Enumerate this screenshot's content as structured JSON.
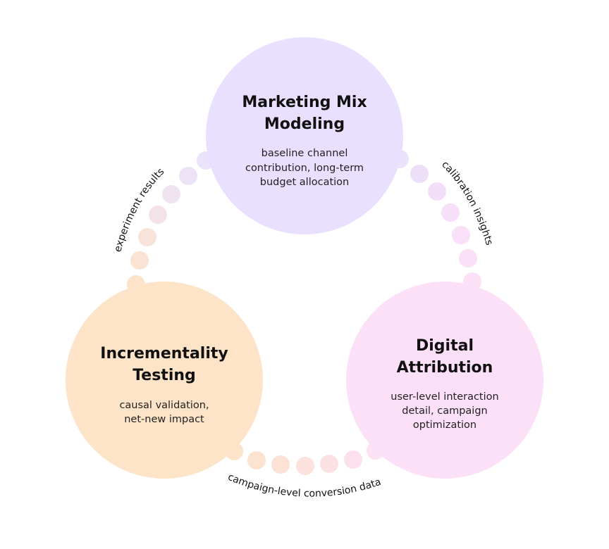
{
  "nodes": {
    "mmm": {
      "title_lines": [
        "Marketing Mix",
        "Modeling"
      ],
      "desc_lines": [
        "baseline channel",
        "contribution, long-term",
        "budget allocation"
      ],
      "color": "#e9e0ff"
    },
    "da": {
      "title_lines": [
        "Digital",
        "Attribution"
      ],
      "desc_lines": [
        "user-level interaction",
        "detail, campaign",
        "optimization"
      ],
      "color": "#fce0f8"
    },
    "it": {
      "title_lines": [
        "Incrementality",
        "Testing"
      ],
      "desc_lines": [
        "causal validation,",
        "net-new impact"
      ],
      "color": "#fde3c8"
    }
  },
  "connectors": {
    "experiment_results": "experiment results",
    "calibration_insights": "calibration insights",
    "campaign_conversion": "campaign-level conversion data"
  }
}
